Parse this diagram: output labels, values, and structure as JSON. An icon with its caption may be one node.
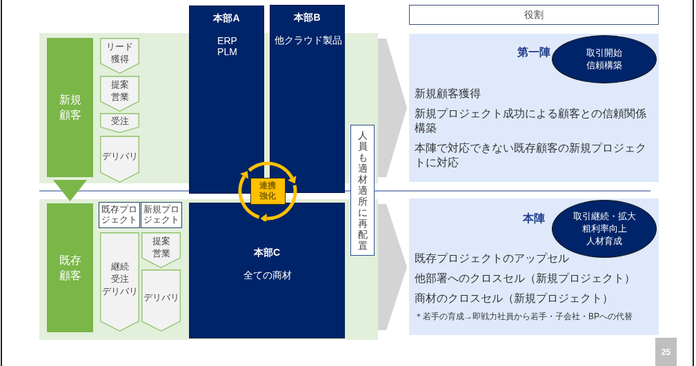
{
  "diagram": {
    "nodes": [
      {
        "text": [],
        "shape": "box"
      },
      {
        "text": [
          "新規顧客"
        ],
        "in": 0
      },
      {
        "text": [
          "リード獲得"
        ],
        "in": 0
      },
      {
        "text": [
          "提案営業"
        ],
        "in": 0
      },
      {
        "text": [
          "受注"
        ],
        "in": 0
      },
      {
        "text": [
          "デリバリ"
        ],
        "in": 0
      },
      {
        "text": [],
        "shape": "box"
      },
      {
        "text": [
          "既存顧客"
        ],
        "in": 6
      },
      {
        "text": [
          "既存プロジェクト"
        ],
        "in": 6
      },
      {
        "text": [
          "新規プロジェクト"
        ],
        "in": 6
      },
      {
        "text": [
          "継続受注デリバリ"
        ],
        "in": 6
      },
      {
        "text": [
          "提案営業"
        ],
        "in": 6
      },
      {
        "text": [
          "デリバリ"
        ],
        "in": 6
      },
      {
        "text": [
          "本部A",
          "ERP PLM"
        ]
      },
      {
        "text": [
          "本部B",
          "他クラウド製品"
        ]
      },
      {
        "text": [
          "本部C",
          "全ての商材"
        ],
        "in": 6
      },
      {
        "text": [
          "連携強化"
        ]
      },
      {
        "text": [
          "人員も適材適所に再配置"
        ]
      },
      {
        "text": [
          "役割"
        ]
      },
      {
        "text": [
          "第一陣",
          "新規顧客獲得",
          "新規プロジェクト成功による顧客との信頼関係構築",
          "本陣で対応できない既存顧客の新規プロジェクトに対応"
        ]
      },
      {
        "text": [
          "取引開始信頼構築"
        ],
        "in": 19
      },
      {
        "text": [
          "本陣",
          "既存プロジェクトのアップセル",
          "他部署へのクロスセル（新規プロジェクト）",
          "商材のクロスセル（新規プロジェクト）",
          "＊若手の育成→即戦力社員から若手・子会社・BPへの代替"
        ]
      },
      {
        "text": [
          "取引継続・拡大粗利率向上人材育成"
        ],
        "in": 21
      }
    ],
    "edges": [
      {
        "from": 1,
        "to": 7,
        "arrow": "to",
        "color": "#7ab648"
      },
      {
        "from": 0,
        "to": 19,
        "arrow": "to"
      },
      {
        "from": 6,
        "to": 21,
        "arrow": "to"
      }
    ],
    "labels": [
      "25"
    ]
  }
}
